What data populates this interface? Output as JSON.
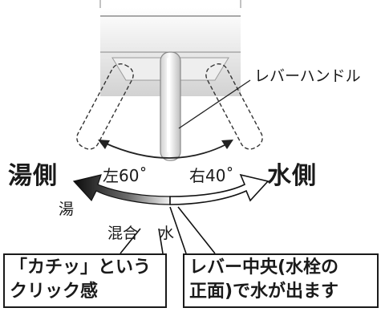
{
  "labels": {
    "lever_handle": "レバーハンドル",
    "hot_side": "湯側",
    "cold_side": "水側",
    "left_angle": "左60˚",
    "right_angle": "右40˚",
    "hot": "湯",
    "mixed": "混合",
    "water": "水"
  },
  "callouts": {
    "click": [
      "「カチッ」という",
      "クリック感"
    ],
    "center": [
      "レバー中央(水栓の",
      "正面)で水が出ます"
    ]
  },
  "colors": {
    "line": "#1a1a1a",
    "hot_gradient_dark": "#111111",
    "hot_gradient_light": "#f2f2f2",
    "faucet_body": "#dcdcdc"
  }
}
